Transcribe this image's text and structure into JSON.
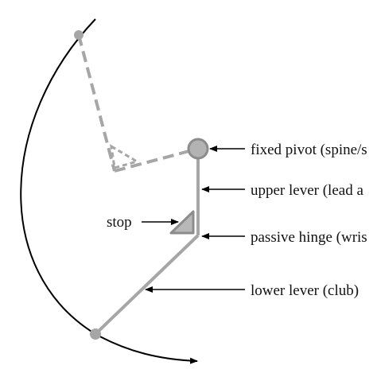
{
  "colors": {
    "lever": "#a6a6a6",
    "lever_dark": "#8c8c8c",
    "pivot_fill": "#b3b3b3",
    "arc": "#000000",
    "text": "#111111"
  },
  "labels": {
    "fixed_pivot": "fixed pivot (spine/s",
    "upper_lever": "upper lever (lead a",
    "stop": "stop",
    "passive_hinge": "passive hinge (wris",
    "lower_lever": "lower lever (club)"
  }
}
